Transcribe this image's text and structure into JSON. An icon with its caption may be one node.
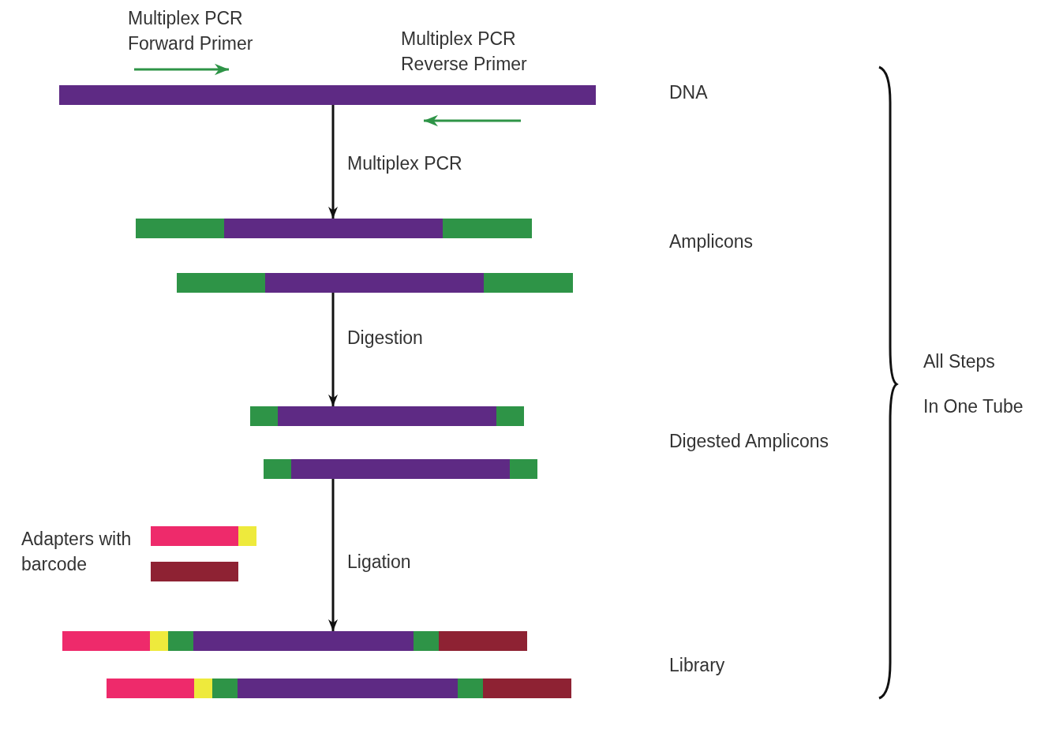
{
  "diagram": {
    "nodes": [
      {
        "text": [],
        "shape": "bar"
      },
      {
        "text": [],
        "shape": "bar"
      },
      {
        "text": [],
        "shape": "bar"
      },
      {
        "text": [],
        "shape": "bar"
      },
      {
        "text": [],
        "shape": "bar"
      },
      {
        "text": [],
        "shape": "bar"
      },
      {
        "text": [],
        "shape": "bar"
      },
      {
        "text": [],
        "shape": "bar"
      },
      {
        "text": [],
        "shape": "bar"
      }
    ],
    "edges": [
      {
        "from": 0,
        "to": 1,
        "arrow": "to",
        "label": "Multiplex PCR"
      },
      {
        "from": 2,
        "to": 3,
        "arrow": "to",
        "label": "Digestion"
      },
      {
        "from": 4,
        "to": 7,
        "arrow": "to",
        "label": "Ligation"
      }
    ],
    "labels": [
      "Multiplex PCR Forward Primer",
      "Multiplex PCR Reverse Primer",
      "DNA",
      "Amplicons",
      "Digested Amplicons",
      "Adapters with barcode",
      "All Steps",
      "In One Tube",
      "Library"
    ]
  }
}
